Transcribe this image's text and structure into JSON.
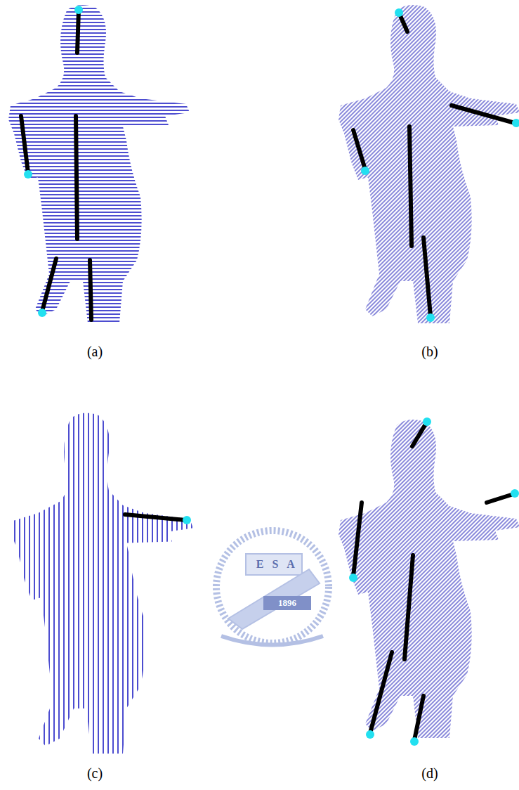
{
  "diagram": {
    "labels": [
      "(a)",
      "(b)",
      "(c)",
      "(d)",
      "E",
      "S",
      "A",
      "1896"
    ]
  }
}
